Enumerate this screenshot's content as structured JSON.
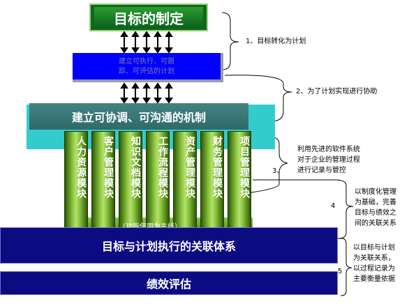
{
  "title": "目标的制定",
  "plan_box": {
    "line1": "建立可执行、可跟",
    "line2": "踪、可评估的计划"
  },
  "mechanism": "建立可协调、可沟通的机制",
  "modules": [
    "人力资源模块",
    "客户管理模块",
    "知识文档模块",
    "工作流程模块",
    "资产管理模块",
    "财务管理模块",
    "项目管理模块"
  ],
  "function_label": "（功能使用为主线）",
  "relation_system": "目标与计划执行的关联体系",
  "performance": "绩效评估",
  "annotations": {
    "a1": "1、目标转化为计划",
    "a2": "2、为了计划实现进行协助",
    "a3_num": "3、",
    "a3_lines": [
      "利用先进的软件系统",
      "对于企业的管理过程",
      "进行记录与管控"
    ],
    "a4_num": "4",
    "a4_lines": [
      "以制度化管理",
      "为基础，完善",
      "目标与绩效之",
      "间的关联关系"
    ],
    "a5_num": "5",
    "a5_lines": [
      "以目标与计划",
      "为关联关系，",
      "以过程记录为",
      "主要衡量依据"
    ]
  },
  "colors": {
    "title_green": "#167a24",
    "plan_blue": "#0000ff",
    "mechanism_teal": "#2f6a6a",
    "module_green": "#8cc63f",
    "relation_navy": "#0c0c82"
  }
}
